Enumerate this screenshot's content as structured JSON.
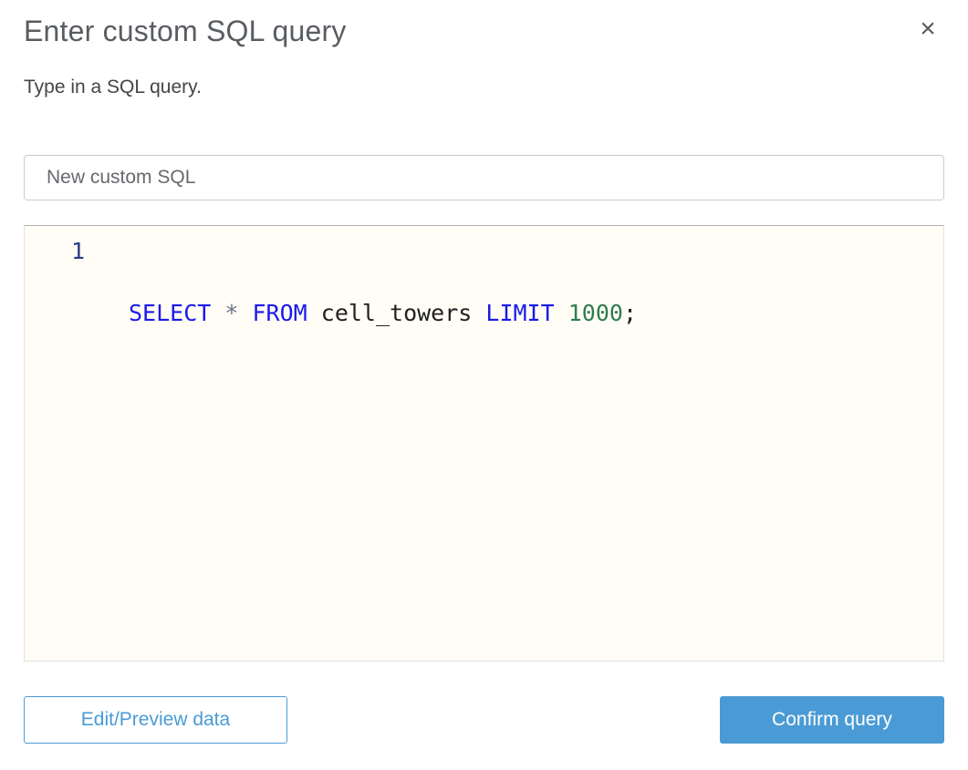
{
  "dialog": {
    "title": "Enter custom SQL query",
    "subtitle": "Type in a SQL query.",
    "close_label": "×"
  },
  "name_input": {
    "value": "New custom SQL"
  },
  "editor": {
    "line_number": "1",
    "query_text": "SELECT * FROM cell_towers LIMIT 1000;",
    "tokens": [
      {
        "type": "keyword",
        "text": "SELECT"
      },
      {
        "type": "plain",
        "text": " "
      },
      {
        "type": "operator",
        "text": "*"
      },
      {
        "type": "plain",
        "text": " "
      },
      {
        "type": "keyword",
        "text": "FROM"
      },
      {
        "type": "plain",
        "text": " cell_towers "
      },
      {
        "type": "keyword",
        "text": "LIMIT"
      },
      {
        "type": "plain",
        "text": " "
      },
      {
        "type": "number",
        "text": "1000"
      },
      {
        "type": "plain",
        "text": ";"
      }
    ]
  },
  "footer": {
    "edit_preview_label": "Edit/Preview data",
    "confirm_label": "Confirm query"
  },
  "colors": {
    "c-title": "#595d61",
    "c-text": "#434549",
    "c-input-text": "#66696d",
    "c-border": "#cccccc",
    "c-editor-bg": "#fffdf6",
    "c-editor-border-top": "#b2b2b2",
    "c-editor-border": "#e2e2e2",
    "c-accent": "#4a9bd5",
    "c-keyword": "#1a1ae8",
    "c-operator": "#6b7686",
    "c-number": "#2f7d4e",
    "c-code": "#202020",
    "c-linenum": "#2b3a85"
  }
}
